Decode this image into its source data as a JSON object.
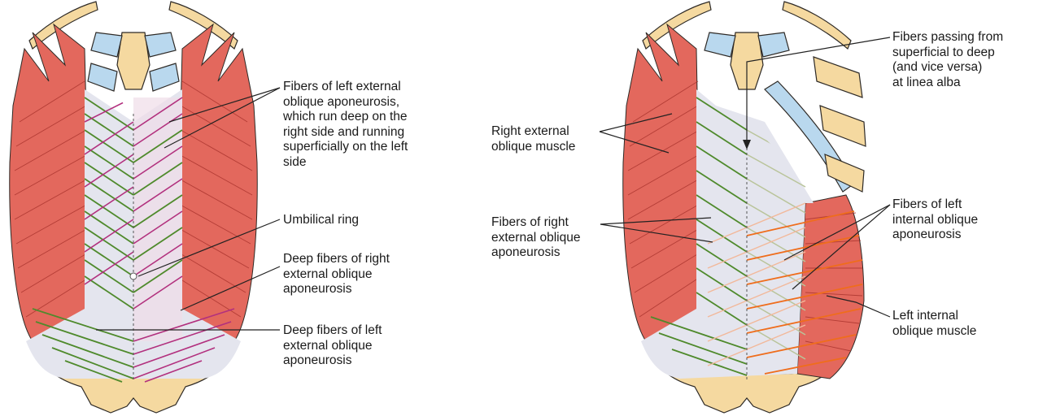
{
  "colors": {
    "muscle": "#e3685d",
    "muscle_line": "#a8322c",
    "aponeurosis": "#e4e5ee",
    "aponeurosis_pink": "#f0dde8",
    "fiber_green": "#4f8a2c",
    "fiber_magenta": "#b2307e",
    "fiber_orange": "#ef6d1c",
    "fiber_pale": "#b9c49a",
    "fiber_peach": "#f2b89a",
    "rib_bone": "#f5d9a0",
    "rib_cartilage": "#b9d8ee",
    "outline": "#2e2a26",
    "leader": "#222222"
  },
  "left_panel": {
    "labels": {
      "left_eo_aponeurosis_fibers": "Fibers of left external\noblique aponeurosis,\nwhich run deep on the\nright side and running\nsuperficially on the left\nside",
      "umbilical_ring": "Umbilical ring",
      "deep_fibers_right_eo": "Deep fibers of right\nexternal oblique\naponeurosis",
      "deep_fibers_left_eo": "Deep fibers of left\nexternal oblique\naponeurosis"
    }
  },
  "right_panel": {
    "labels": {
      "fibers_passing": "Fibers passing from\nsuperficial to deep\n(and vice versa)\nat linea alba",
      "right_eo_muscle": "Right external\noblique muscle",
      "fibers_right_eo_aponeurosis": "Fibers of right\nexternal oblique\naponeurosis",
      "fibers_left_io_aponeurosis": "Fibers of left\ninternal oblique\naponeurosis",
      "left_io_muscle": "Left internal\noblique muscle"
    }
  }
}
